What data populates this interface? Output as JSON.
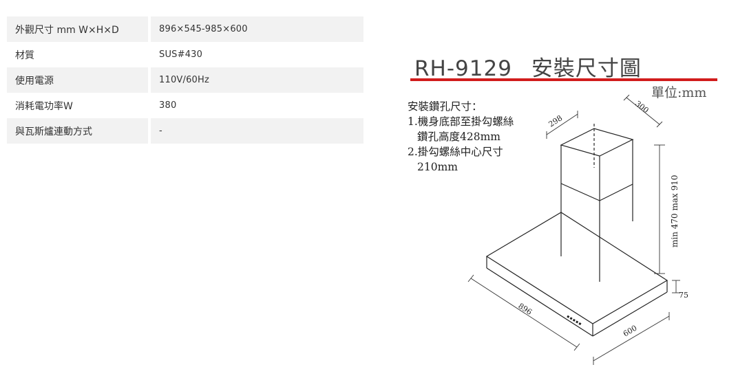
{
  "specs": [
    {
      "label": "外觀尺寸 mm W×H×D",
      "value": "896×545-985×600"
    },
    {
      "label": "材質",
      "value": "SUS#430"
    },
    {
      "label": "使用電源",
      "value": "110V/60Hz"
    },
    {
      "label": "消耗電功率W",
      "value": "380"
    },
    {
      "label": "與瓦斯爐連動方式",
      "value": "-"
    }
  ],
  "drawing": {
    "model": "RH-9129",
    "title": "安裝尺寸圖",
    "unit": "單位:mm",
    "notes": {
      "heading": "安裝鑽孔尺寸：",
      "item1": "1.機身底部至掛勾螺絲",
      "item1b": "鑽孔高度428mm",
      "item2": "2.掛勾螺絲中心尺寸",
      "item2b": "210mm"
    },
    "dims": {
      "chimney_width": "298",
      "chimney_depth": "300",
      "height_range": "min 470 max 910",
      "width": "896",
      "depth": "600",
      "thickness": "75"
    },
    "accent_color": "#d11c1c"
  }
}
